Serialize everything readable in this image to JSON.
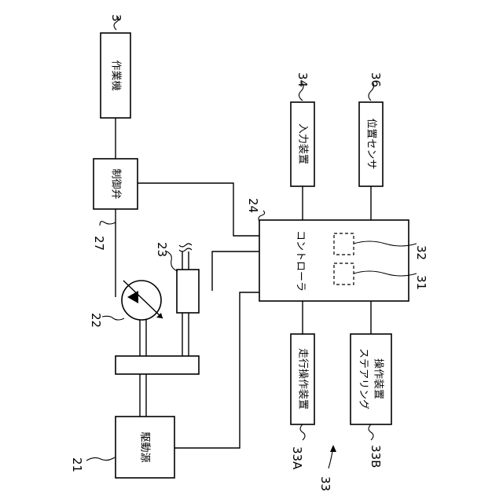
{
  "blocks": {
    "work_machine": "作業機",
    "control_valve": "制御弁",
    "input_device": "入力装置",
    "position_sensor": "位置センサ",
    "controller": "コントローラ",
    "travel_device": "走行操作装置",
    "steering_device_line1": "ステアリング",
    "steering_device_line2": "操作装置",
    "drive_source": "駆動源"
  },
  "refs": {
    "work_machine": "3",
    "input_device": "34",
    "position_sensor": "36",
    "controller": "24",
    "control_valve": "27",
    "motor_unit": "23",
    "pump": "22",
    "memory_a": "32",
    "memory_b": "31",
    "drive_source": "21",
    "travel_device": "33A",
    "steering_device": "33B",
    "operation_group": "33"
  }
}
